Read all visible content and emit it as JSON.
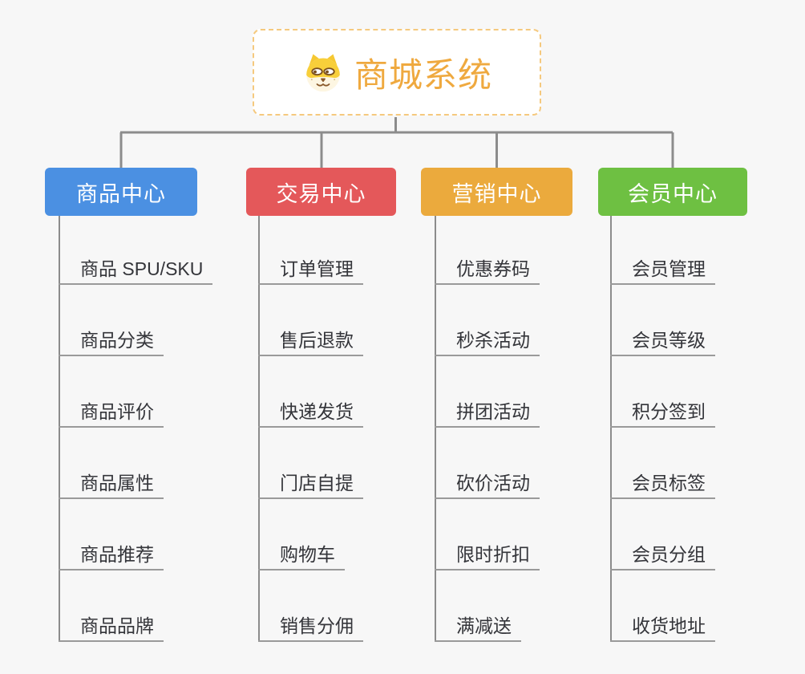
{
  "page": {
    "background_color": "#f7f7f7"
  },
  "root_node": {
    "title": "商城系统",
    "icon": "doge-face",
    "title_color": "#efa93f",
    "border_color": "#f5c97e"
  },
  "connector": {
    "color": "#8c8c8c"
  },
  "branches": [
    {
      "label": "商品中心",
      "color": "#4b90e2",
      "children": [
        "商品 SPU/SKU",
        "商品分类",
        "商品评价",
        "商品属性",
        "商品推荐",
        "商品品牌"
      ]
    },
    {
      "label": "交易中心",
      "color": "#e4585a",
      "children": [
        "订单管理",
        "售后退款",
        "快递发货",
        "门店自提",
        "购物车",
        "销售分佣"
      ]
    },
    {
      "label": "营销中心",
      "color": "#ebaa3d",
      "children": [
        "优惠券码",
        "秒杀活动",
        "拼团活动",
        "砍价活动",
        "限时折扣",
        "满减送"
      ]
    },
    {
      "label": "会员中心",
      "color": "#6ec042",
      "children": [
        "会员管理",
        "会员等级",
        "积分签到",
        "会员标签",
        "会员分组",
        "收货地址"
      ]
    }
  ]
}
